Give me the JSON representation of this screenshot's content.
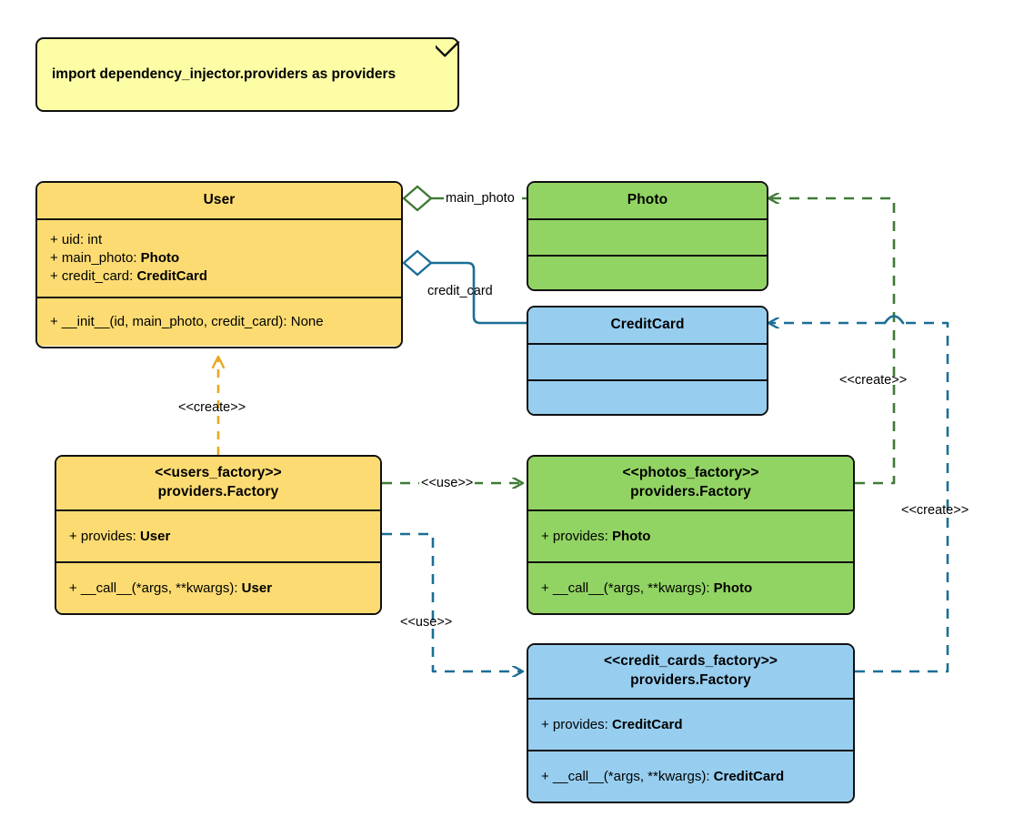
{
  "diagram": {
    "type": "uml-class-diagram",
    "title": "Dependency Injector providers UML class diagram",
    "colors": {
      "yellow_fill": "#FCDC72",
      "green_fill": "#92D463",
      "blue_fill": "#97CEF0",
      "note_fill": "#FDFDA6",
      "outline": "#101010",
      "green_edge": "#3F7A36",
      "blue_edge": "#1B6E96",
      "amber_edge": "#E8A723"
    }
  },
  "note": {
    "text": "import dependency_injector.providers as providers"
  },
  "classes": {
    "user": {
      "name": "User",
      "attributes": [
        {
          "text": "+ uid: int",
          "plain": "+ uid: int",
          "type": ""
        },
        {
          "text": "+ main_photo: Photo",
          "plain": "+ main_photo: ",
          "type": "Photo"
        },
        {
          "text": "+ credit_card: CreditCard",
          "plain": "+ credit_card: ",
          "type": "CreditCard"
        }
      ],
      "methods": [
        {
          "text": "+ __init__(id, main_photo, credit_card): None",
          "plain": "+ __init__(id, main_photo, credit_card): None",
          "type": ""
        }
      ]
    },
    "photo": {
      "name": "Photo",
      "attributes": [],
      "methods": []
    },
    "credit_card": {
      "name": "CreditCard",
      "attributes": [],
      "methods": []
    },
    "users_factory": {
      "stereotype": "<<users_factory>>",
      "name": "providers.Factory",
      "attributes": [
        {
          "plain": "+ provides: ",
          "type": "User"
        }
      ],
      "methods": [
        {
          "plain": "+ __call__(*args, **kwargs): ",
          "type": "User"
        }
      ]
    },
    "photos_factory": {
      "stereotype": "<<photos_factory>>",
      "name": "providers.Factory",
      "attributes": [
        {
          "plain": "+ provides: ",
          "type": "Photo"
        }
      ],
      "methods": [
        {
          "plain": "+ __call__(*args, **kwargs): ",
          "type": "Photo"
        }
      ]
    },
    "credit_cards_factory": {
      "stereotype": "<<credit_cards_factory>>",
      "name": "providers.Factory",
      "attributes": [
        {
          "plain": "+ provides: ",
          "type": "CreditCard"
        }
      ],
      "methods": [
        {
          "plain": "+ __call__(*args, **kwargs): ",
          "type": "CreditCard"
        }
      ]
    }
  },
  "relations": {
    "main_photo": {
      "label": "main_photo",
      "kind": "aggregation",
      "from": "User",
      "to": "Photo",
      "color": "#3F7A36"
    },
    "credit_card": {
      "label": "credit_card",
      "kind": "aggregation",
      "from": "User",
      "to": "CreditCard",
      "color": "#1B6E96"
    },
    "create_user": {
      "label": "<<create>>",
      "kind": "dependency",
      "from": "users_factory",
      "to": "User",
      "color": "#E8A723"
    },
    "use_photos": {
      "label": "<<use>>",
      "kind": "dependency",
      "from": "users_factory",
      "to": "photos_factory",
      "color": "#3F7A36"
    },
    "use_credit_cards": {
      "label": "<<use>>",
      "kind": "dependency",
      "from": "users_factory",
      "to": "credit_cards_factory",
      "color": "#1B6E96"
    },
    "create_photo": {
      "label": "<<create>>",
      "kind": "dependency",
      "from": "photos_factory",
      "to": "Photo",
      "color": "#3F7A36"
    },
    "create_credit_card": {
      "label": "<<create>>",
      "kind": "dependency",
      "from": "credit_cards_factory",
      "to": "CreditCard",
      "color": "#1B6E96"
    }
  }
}
